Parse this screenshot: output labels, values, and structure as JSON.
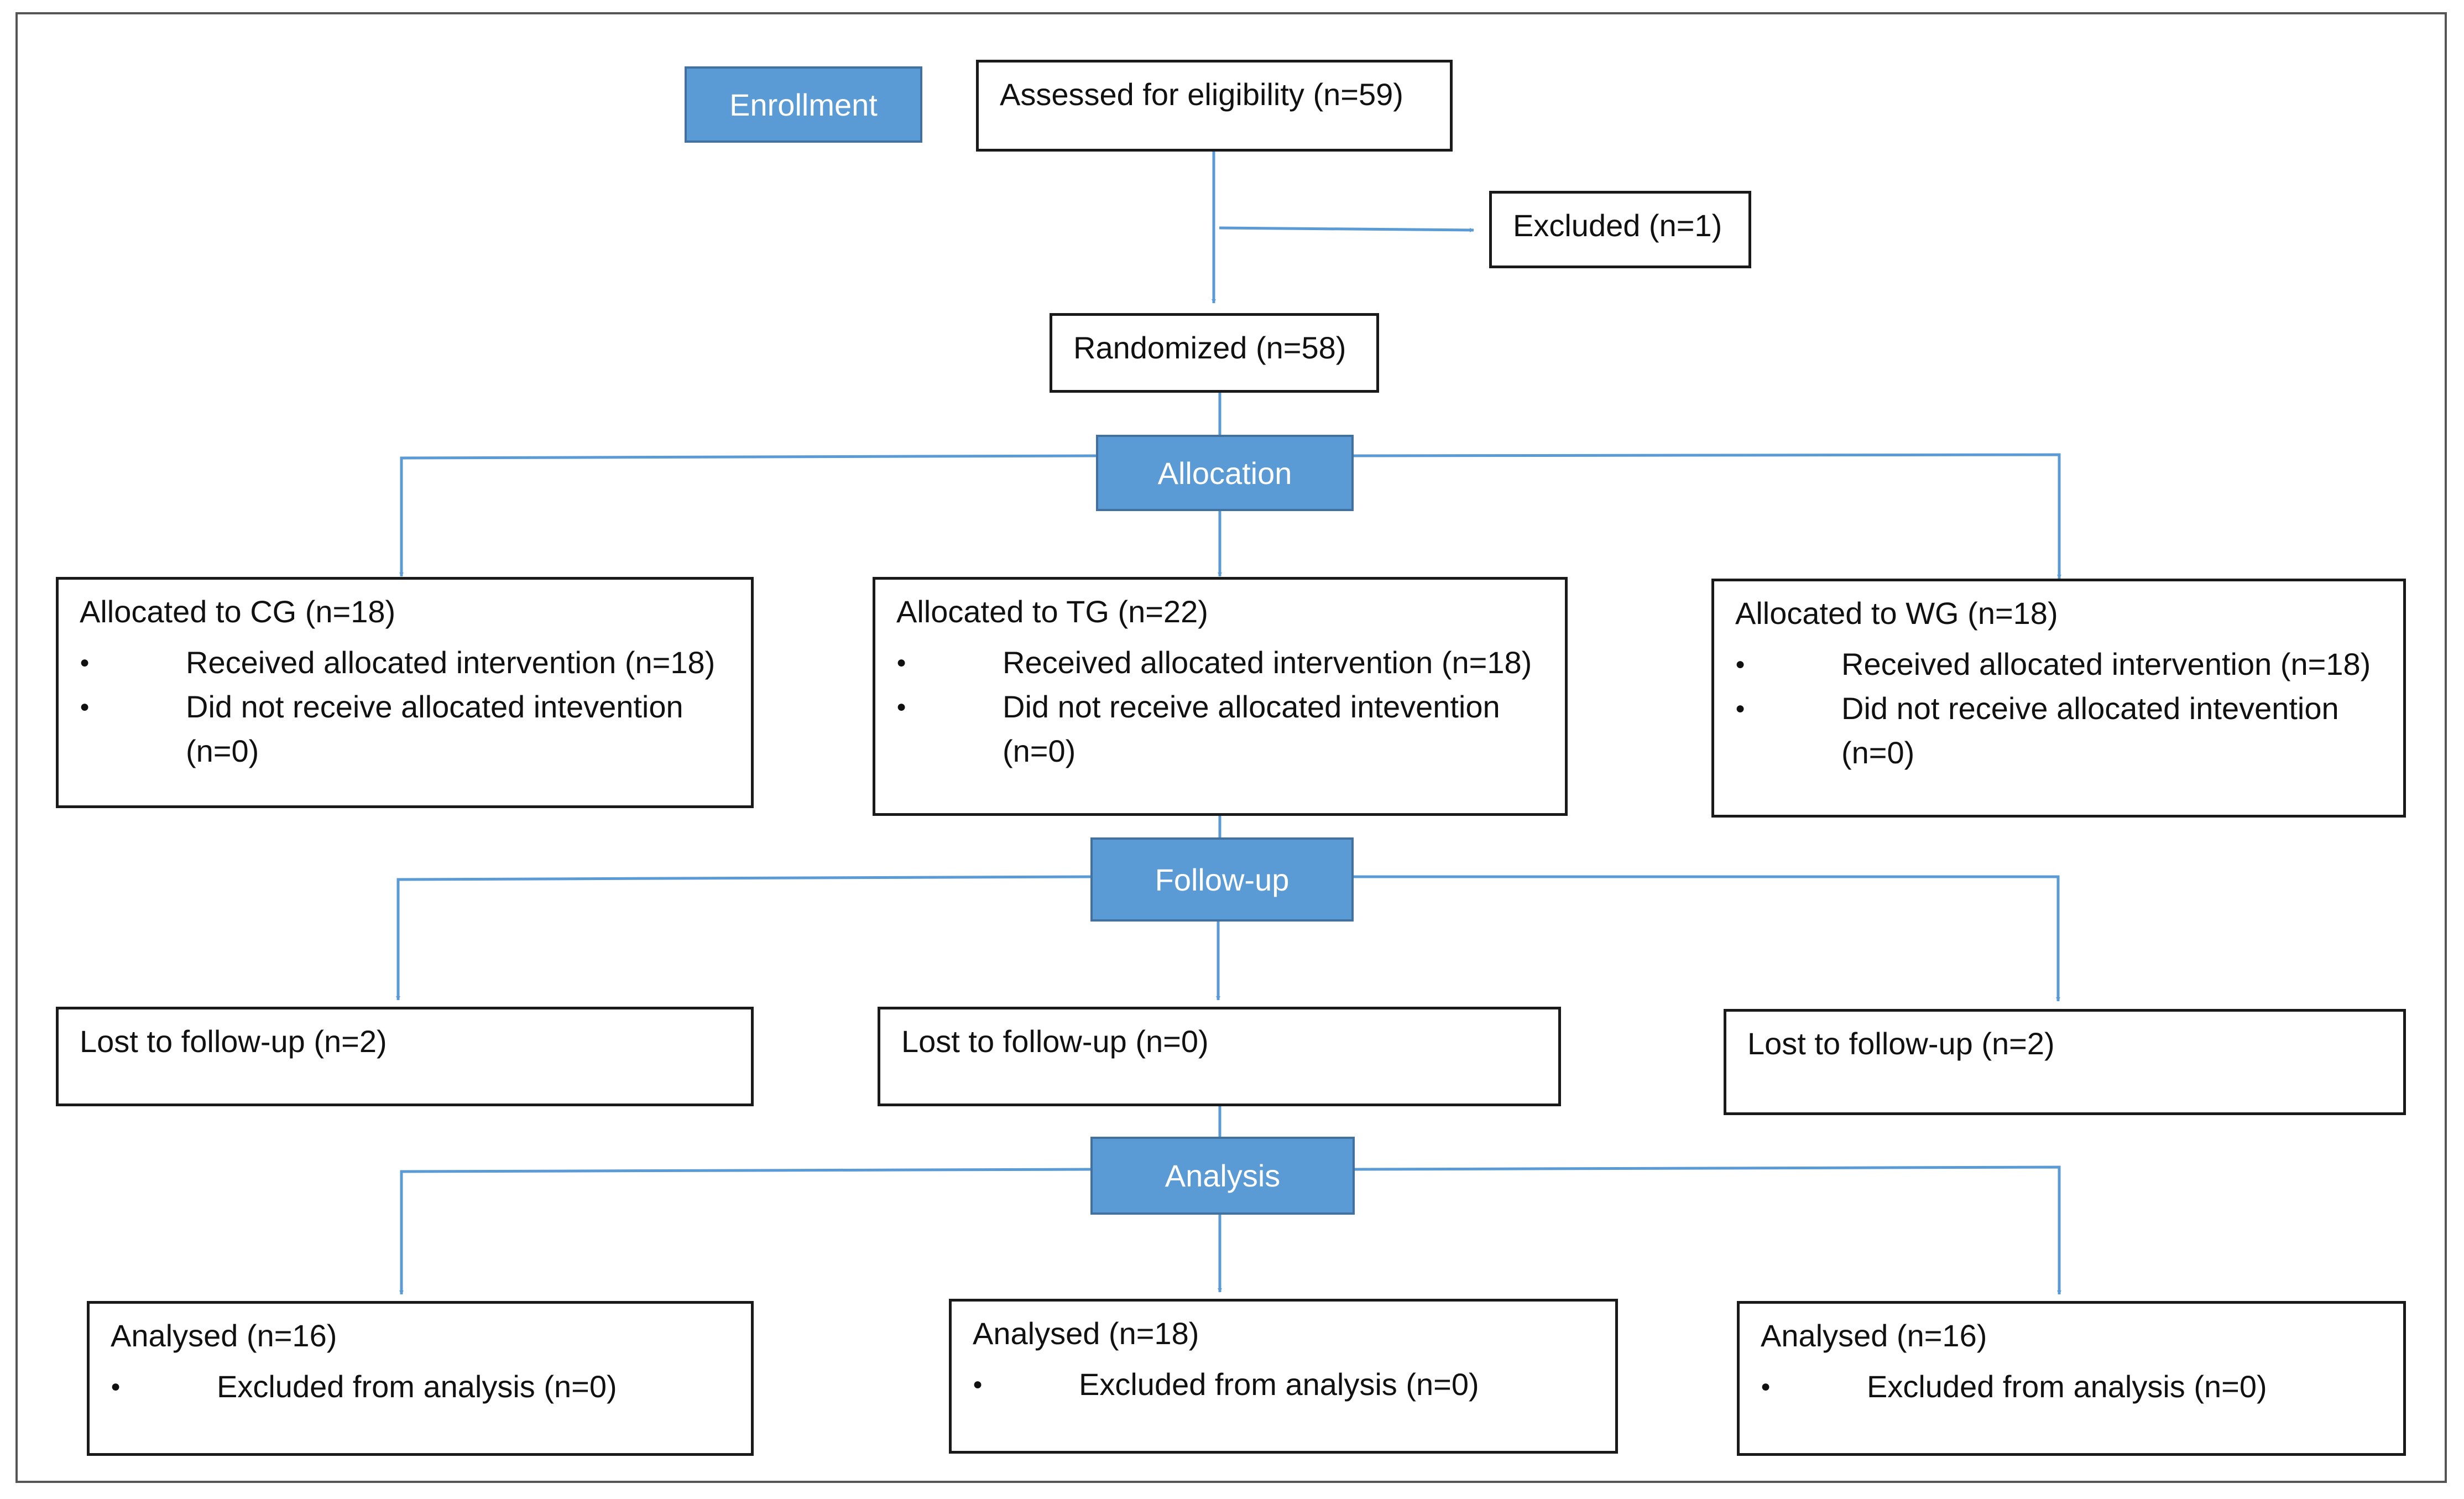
{
  "colors": {
    "stage_fill": "#5b9bd5",
    "stage_border": "#41719c",
    "connector": "#5b9bd5",
    "box_border": "#1a1a1a"
  },
  "stages": {
    "enrollment": "Enrollment",
    "allocation": "Allocation",
    "followup": "Follow-up",
    "analysis": "Analysis"
  },
  "enrollment": {
    "assessed": "Assessed for eligibility (n=59)",
    "excluded": "Excluded (n=1)",
    "randomized": "Randomized (n=58)"
  },
  "allocation": [
    {
      "title": "Allocated to CG (n=18)",
      "received": "Received allocated intervention (n=18)",
      "not_received": "Did not receive allocated intevention (n=0)"
    },
    {
      "title": "Allocated to TG (n=22)",
      "received": "Received allocated intervention (n=18)",
      "not_received": "Did not receive allocated intevention (n=0)"
    },
    {
      "title": "Allocated to WG (n=18)",
      "received": "Received allocated intervention (n=18)",
      "not_received": "Did not receive allocated intevention (n=0)"
    }
  ],
  "followup": [
    {
      "lost": "Lost to follow-up (n=2)"
    },
    {
      "lost": "Lost to follow-up (n=0)"
    },
    {
      "lost": "Lost to follow-up (n=2)"
    }
  ],
  "analysis": [
    {
      "title": "Analysed (n=16)",
      "excluded": "Excluded from analysis (n=0)"
    },
    {
      "title": "Analysed (n=18)",
      "excluded": "Excluded from analysis (n=0)"
    },
    {
      "title": "Analysed (n=16)",
      "excluded": "Excluded from analysis (n=0)"
    }
  ]
}
